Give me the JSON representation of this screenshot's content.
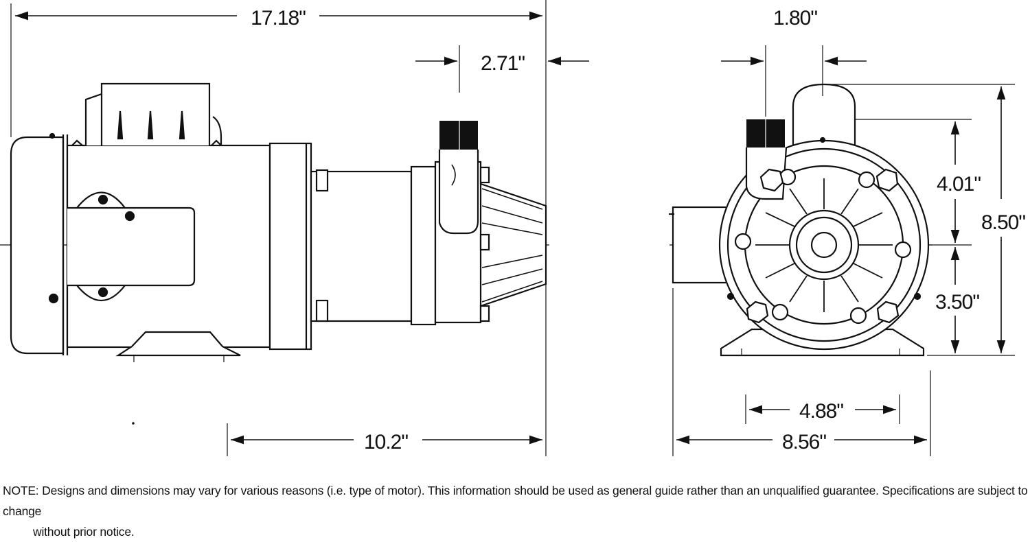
{
  "dimensions": {
    "overall_length": "17.18\"",
    "outlet_offset": "2.71\"",
    "motor_to_front": "10.2\"",
    "outlet_side_offset": "1.80\"",
    "outlet_height_above_center": "4.01\"",
    "overall_height": "8.50\"",
    "shaft_center_height": "3.50\"",
    "mounting_hole_spacing": "4.88\"",
    "base_width": "8.56\""
  },
  "note": {
    "line1": "NOTE: Designs and dimensions may vary for various reasons (i.e. type of motor). This information should be used as general guide rather than an unqualified guarantee. Specifications are subject to change",
    "line2": "without prior notice."
  }
}
